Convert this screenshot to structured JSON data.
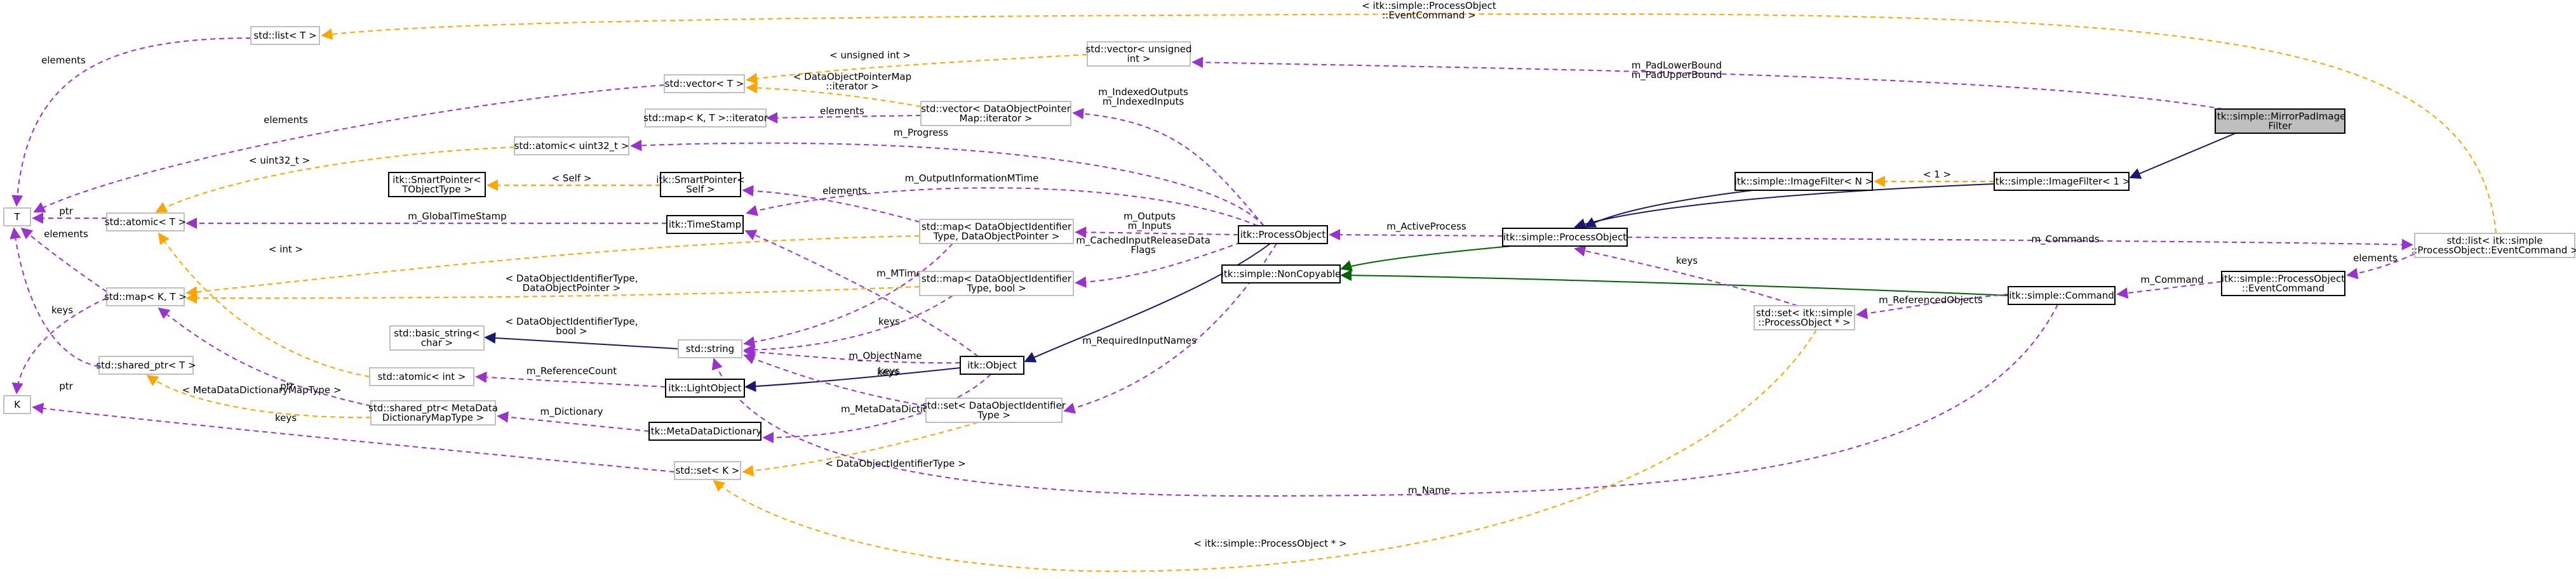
{
  "colors": {
    "member_edge": "#9a32cd",
    "template_edge": "#ffa500",
    "inherit_edge": "#191970",
    "inherit_private_edge": "#006400",
    "focus_fill": "#bfbfbf"
  },
  "nodes": {
    "list_t": [
      "std::list< T >"
    ],
    "vector_unsigned": [
      "std::vector< unsigned",
      "int >"
    ],
    "mirror_pad": [
      "itk::simple::MirrorPadImage",
      "Filter"
    ],
    "vector_t": [
      "std::vector< T >"
    ],
    "vector_dopm": [
      "std::vector< DataObjectPointer",
      "Map::iterator >"
    ],
    "map_iter": [
      "std::map< K, T >::iterator"
    ],
    "atomic_uint32": [
      "std::atomic< uint32_t >"
    ],
    "imagefilter_n": [
      "itk::simple::ImageFilter< N >"
    ],
    "imagefilter_1": [
      "itk::simple::ImageFilter< 1 >"
    ],
    "smartptr_t": [
      "itk::SmartPointer<",
      "TObjectType >"
    ],
    "smartptr_self": [
      "itk::SmartPointer<",
      "Self >"
    ],
    "T": [
      "T"
    ],
    "atomic_t": [
      "std::atomic< T >"
    ],
    "timestamp": [
      "itk::TimeStamp"
    ],
    "map_dop": [
      "std::map< DataObjectIdentifier",
      "Type, DataObjectPointer >"
    ],
    "process_object": [
      "itk::ProcessObject"
    ],
    "simple_process_object": [
      "itk::simple::ProcessObject"
    ],
    "list_cmd": [
      "std::list< itk::simple",
      "::ProcessObject::EventCommand >"
    ],
    "noncopyable": [
      "itk::simple::NonCopyable"
    ],
    "map_kt": [
      "std::map< K, T >"
    ],
    "map_dob": [
      "std::map< DataObjectIdentifier",
      "Type, bool >"
    ],
    "event_command": [
      "itk::simple::ProcessObject",
      "::EventCommand"
    ],
    "command": [
      "itk::simple::Command"
    ],
    "basic_string": [
      "std::basic_string<",
      "char >"
    ],
    "string": [
      "std::string"
    ],
    "set_po": [
      "std::set< itk::simple",
      "::ProcessObject * >"
    ],
    "shared_ptr_t": [
      "std::shared_ptr< T >"
    ],
    "object": [
      "itk::Object"
    ],
    "atomic_int": [
      "std::atomic< int >"
    ],
    "light_object": [
      "itk::LightObject"
    ],
    "set_doi": [
      "std::set< DataObjectIdentifier",
      "Type >"
    ],
    "K": [
      "K"
    ],
    "shared_ptr_meta": [
      "std::shared_ptr< MetaData",
      "DictionaryMapType >"
    ],
    "meta_dict": [
      "itk::MetaDataDictionary"
    ],
    "set_k": [
      "std::set< K >"
    ]
  },
  "edge_labels": {
    "list_t_elements": [
      "elements"
    ],
    "t_ptr": [
      "ptr"
    ],
    "t_elements": [
      "elements"
    ],
    "k_keys": [
      "keys"
    ],
    "k_ptr": [
      "ptr"
    ],
    "k_keys2": [
      "keys"
    ],
    "vector_t_elements": [
      "elements"
    ],
    "uint32": [
      "< uint32_t >"
    ],
    "self": [
      "< Self >"
    ],
    "global_timestamp": [
      "m_GlobalTimeStamp"
    ],
    "int_tpl": [
      "< int >"
    ],
    "map_dop_tpl": [
      "< DataObjectIdentifierType,",
      "DataObjectPointer >"
    ],
    "map_dob_tpl": [
      "< DataObjectIdentifierType,",
      "bool >"
    ],
    "shared_ptr": [
      "ptr"
    ],
    "metadict_tpl": [
      "< MetaDataDictionaryMapType >"
    ],
    "unsigned_int": [
      "< unsigned int >"
    ],
    "dopm_iter": [
      "< DataObjectPointerMap",
      "::iterator >"
    ],
    "map_iter_elements": [
      "elements"
    ],
    "progress": [
      "m_Progress"
    ],
    "output_mtime": [
      "m_OutputInformationMTime"
    ],
    "smart_elements": [
      "elements"
    ],
    "pad_bound": [
      "m_PadLowerBound",
      "m_PadUpperBound"
    ],
    "list_cmd_tpl": [
      "< itk::simple::ProcessObject",
      "::EventCommand >"
    ],
    "indexed": [
      "m_IndexedOutputs",
      "m_IndexedInputs"
    ],
    "outputs_inputs": [
      "m_Outputs",
      "m_Inputs"
    ],
    "cached": [
      "m_CachedInputReleaseData",
      "Flags"
    ],
    "keys_string": [
      "keys"
    ],
    "mtime": [
      "m_MTime"
    ],
    "keys_string2": [
      "keys"
    ],
    "object_name": [
      "m_ObjectName"
    ],
    "keys_set": [
      "keys"
    ],
    "reference_count": [
      "m_ReferenceCount"
    ],
    "dictionary": [
      "m_Dictionary"
    ],
    "meta_dictionary": [
      "m_MetaDataDictionary"
    ],
    "required_input": [
      "m_RequiredInputNames"
    ],
    "doi_tpl": [
      "< DataObjectIdentifierType >"
    ],
    "active_process": [
      "m_ActiveProcess"
    ],
    "commands": [
      "m_Commands"
    ],
    "one_tpl": [
      "< 1 >"
    ],
    "keys_spo": [
      "keys"
    ],
    "referenced_objects": [
      "m_ReferencedObjects"
    ],
    "command_edge": [
      "m_Command"
    ],
    "list_cmd_elements": [
      "elements"
    ],
    "name": [
      "m_Name"
    ],
    "spo_tpl": [
      "< itk::simple::ProcessObject * >"
    ]
  }
}
